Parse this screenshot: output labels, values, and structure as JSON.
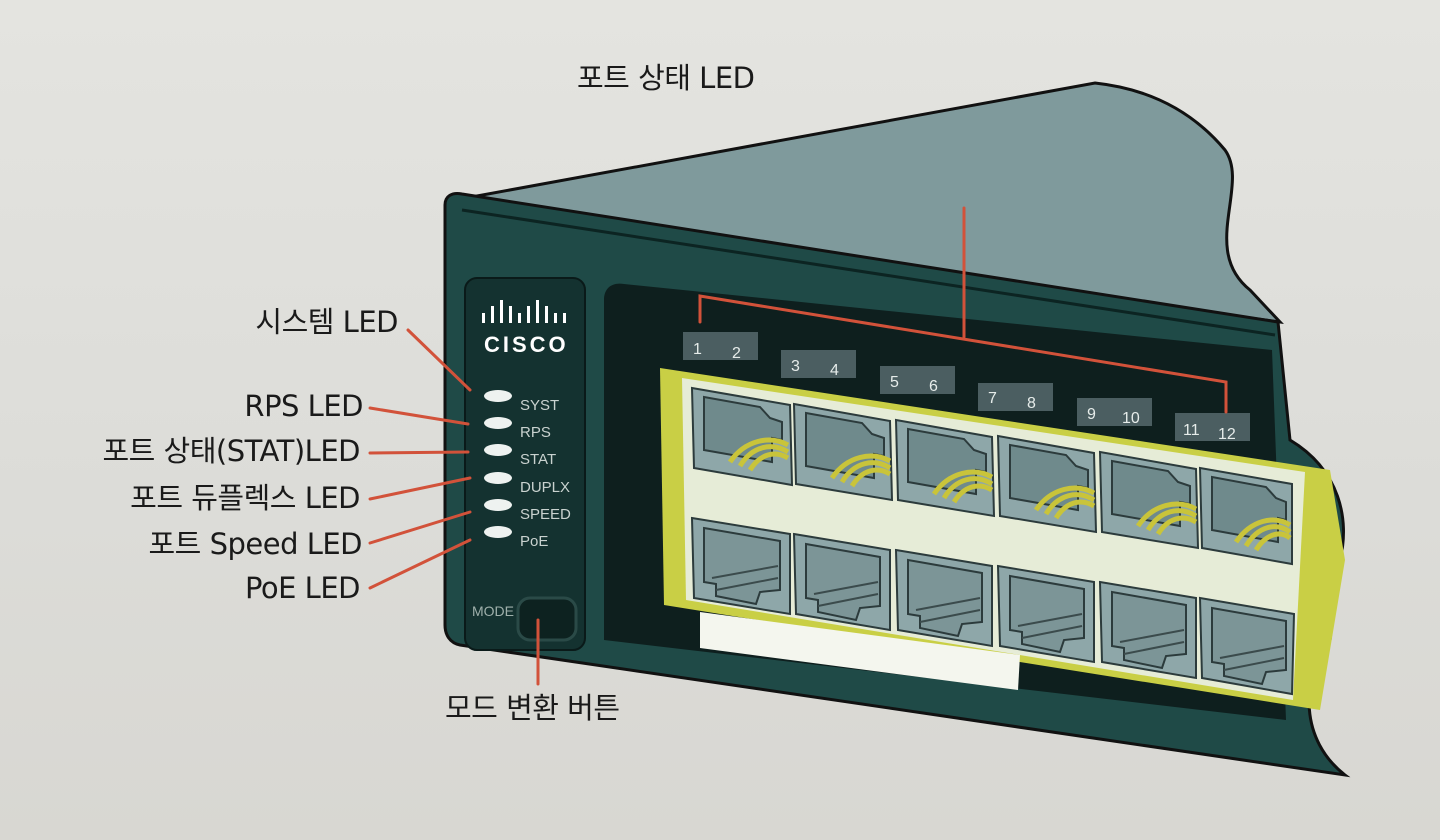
{
  "callouts": {
    "port_status_led": "포트 상태 LED",
    "system_led": "시스템 LED",
    "rps_led": "RPS LED",
    "stat_led": "포트 상태(STAT)LED",
    "duplex_led": "포트 듀플렉스 LED",
    "speed_led": "포트 Speed LED",
    "poe_led": "PoE LED",
    "mode_button": "모드 변환 버튼"
  },
  "panel": {
    "logo": "CISCO",
    "mode_label": "MODE",
    "leds": [
      "SYST",
      "RPS",
      "STAT",
      "DUPLX",
      "SPEED",
      "PoE"
    ]
  },
  "port_groups": [
    {
      "a": "1",
      "b": "2"
    },
    {
      "a": "3",
      "b": "4"
    },
    {
      "a": "5",
      "b": "6"
    },
    {
      "a": "7",
      "b": "8"
    },
    {
      "a": "9",
      "b": "10"
    },
    {
      "a": "11",
      "b": "12"
    }
  ],
  "colors": {
    "chassis": "#1f4a47",
    "chassis_top": "#7f9a9c",
    "callout_line": "#d2523a",
    "port_frame": "#c9cf45"
  }
}
